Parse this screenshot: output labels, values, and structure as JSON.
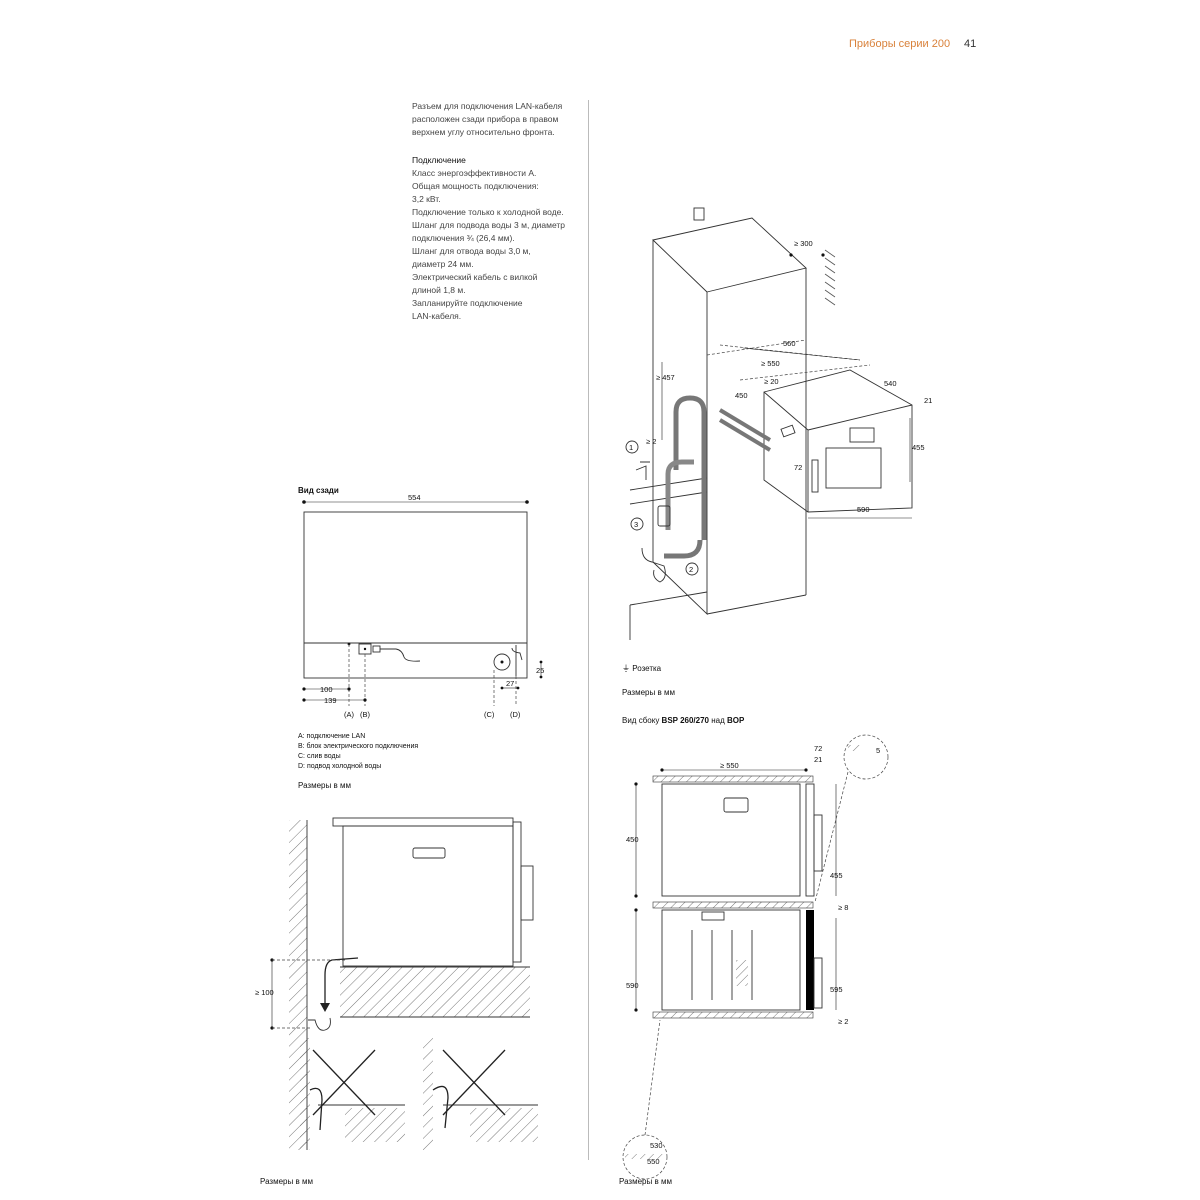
{
  "header": {
    "section_title": "Приборы серии 200",
    "page_number": "41"
  },
  "intro_text": [
    "Разъем для подключения LAN-кабеля",
    "расположен сзади прибора в правом",
    "верхнем углу относительно фронта."
  ],
  "connection": {
    "heading": "Подключение",
    "lines": [
      "Класс энергоэффективности A.",
      "Общая мощность подключения:",
      "3,2 кВт.",
      "Подключение только к холодной воде.",
      "Шланг для подвода воды 3 м, диаметр",
      "подключения ¾ (26,4 мм).",
      "Шланг для отвода воды 3,0 м,",
      "диаметр 24 мм.",
      "Электрический кабель с вилкой",
      "длиной 1,8 м.",
      "Запланируйте подключение",
      "LAN-кабеля."
    ]
  },
  "rear_view": {
    "title": "Вид сзади",
    "dims": {
      "width": "554",
      "d100": "100",
      "d139": "139",
      "d27": "27",
      "d25": "25"
    },
    "markers": [
      "(A)",
      "(B)",
      "(C)",
      "(D)"
    ],
    "legend": [
      "A: подключение LAN",
      "B: блок электрического подключения",
      "C: слив воды",
      "D: подвод холодной воды"
    ],
    "units_note": "Размеры в мм"
  },
  "install_view": {
    "dims": {
      "d300": "≥ 300",
      "d560": "560",
      "d550": "≥ 550",
      "d20": "≥ 20",
      "d457": "≥ 457",
      "d450": "450",
      "d540": "540",
      "d21": "21",
      "d455": "455",
      "d2": "≥ 2",
      "d72": "72",
      "d590": "590"
    },
    "callouts": [
      "1",
      "2",
      "3"
    ],
    "socket_label": "Розетка",
    "units_note": "Размеры в мм"
  },
  "drain_view": {
    "dims": {
      "d100": "≥ 100"
    },
    "units_note": "Размеры в мм"
  },
  "side_view": {
    "title_prefix": "Вид сбоку ",
    "title_models": "BSP 260/270",
    "title_mid": " над ",
    "title_model2": "BOP",
    "dims": {
      "d72": "72",
      "d21": "21",
      "d550": "≥ 550",
      "d5": "5",
      "d450": "450",
      "d455": "455",
      "d8": "≥ 8",
      "d590": "590",
      "d595": "595",
      "d2": "≥ 2",
      "d530": "530",
      "d550b": "550"
    },
    "units_note": "Размеры в мм"
  }
}
